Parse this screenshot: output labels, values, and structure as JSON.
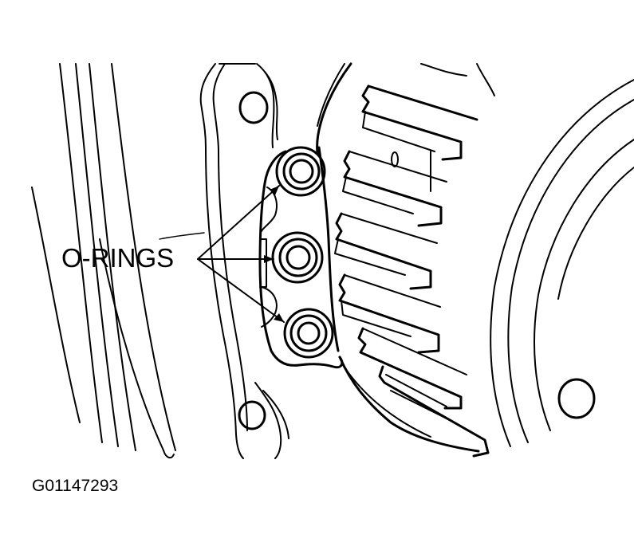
{
  "callout": {
    "label": "O-RINGS",
    "targets": [
      "upper-o-ring",
      "middle-o-ring",
      "lower-o-ring"
    ]
  },
  "figure": {
    "id": "G01147293"
  },
  "colors": {
    "ink": "#000000",
    "paper": "#ffffff"
  }
}
